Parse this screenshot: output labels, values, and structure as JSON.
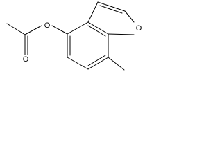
{
  "molecule": {
    "atom_labels": {
      "ester_oxygen": "O",
      "carbonyl_oxygen": "O",
      "ring_oxygen": "O"
    }
  },
  "colors": {
    "ink": "#000000",
    "background": "#ffffff"
  }
}
